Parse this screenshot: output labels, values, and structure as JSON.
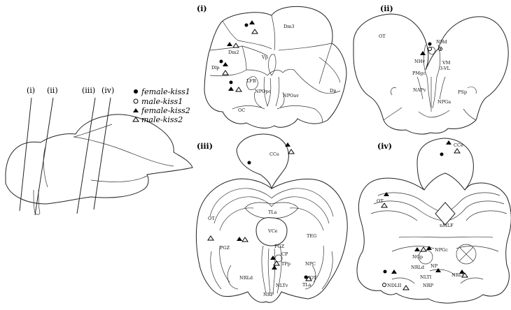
{
  "section_labels": [
    "(i)",
    "(ii)",
    "(iii)",
    "(iv)"
  ],
  "panel_labels": [
    "(i)",
    "(ii)",
    "(iii)",
    "(iv)"
  ],
  "legend": [
    {
      "symbol": "filled-circle",
      "label": "female-kiss1"
    },
    {
      "symbol": "open-circle",
      "label": "male-kiss1"
    },
    {
      "symbol": "filled-triangle",
      "label": "female-kiss2"
    },
    {
      "symbol": "open-triangle",
      "label": "male-kiss2"
    }
  ],
  "panel_i_regions": [
    "Dm3",
    "Dm2",
    "Vp",
    "Dlp",
    "LFB",
    "Dp",
    "NPOpc",
    "NPOav",
    "OC"
  ],
  "panel_ii_regions": [
    "OT",
    "NHd",
    "NHv",
    "VM",
    "3-VL",
    "PMgc",
    "NAPv",
    "PSp",
    "NPGa"
  ],
  "panel_iii_regions": [
    "CCe",
    "TLa",
    "OT",
    "VCe",
    "TEG",
    "PGZ",
    "PGZ",
    "CP",
    "TPp",
    "NPC",
    "VOT",
    "NRLd",
    "TLa",
    "NLTv",
    "NRP"
  ],
  "panel_iv_regions": [
    "CCe",
    "OT",
    "nMLF",
    "NPGc",
    "NGp",
    "NRLd",
    "NP",
    "NLTI",
    "NRLv",
    "NRP",
    "NDLII"
  ],
  "colors": {
    "ink": "#000000",
    "background": "#ffffff"
  }
}
